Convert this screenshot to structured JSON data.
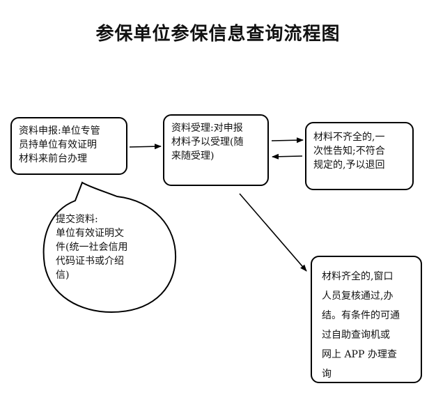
{
  "title": "参保单位参保信息查询流程图",
  "box1": {
    "lines": [
      "资料申报:单位专管",
      "员持单位有效证明",
      "材料来前台办理"
    ]
  },
  "box2": {
    "lines": [
      "资料受理:对申报",
      "材料予以受理(随",
      "来随受理)"
    ]
  },
  "box3": {
    "lines": [
      "材料不齐全的,一",
      "次性告知;不符合",
      "规定的,予以退回"
    ]
  },
  "box4": {
    "lines": [
      "材料齐全的,窗口",
      "人员复核通过,办",
      "结。有条件的可通",
      "过自助查询机或",
      "网上 APP 办理查",
      "询"
    ]
  },
  "bubble": {
    "lines": [
      "提交资料:",
      "单位有效证明文",
      "件(统一社会信用",
      "代码证书或介绍",
      "信)"
    ]
  }
}
